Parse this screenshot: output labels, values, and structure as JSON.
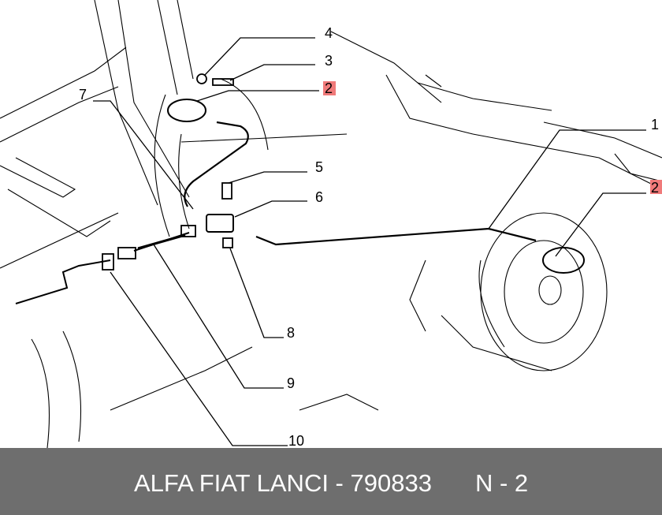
{
  "footer": {
    "code": "ALFA FIAT LANCI - 790833",
    "page": "N - 2"
  },
  "callouts": [
    "1",
    "2",
    "2",
    "3",
    "4",
    "5",
    "6",
    "7",
    "8",
    "9",
    "10"
  ],
  "highlight_color": "#f07a7a"
}
